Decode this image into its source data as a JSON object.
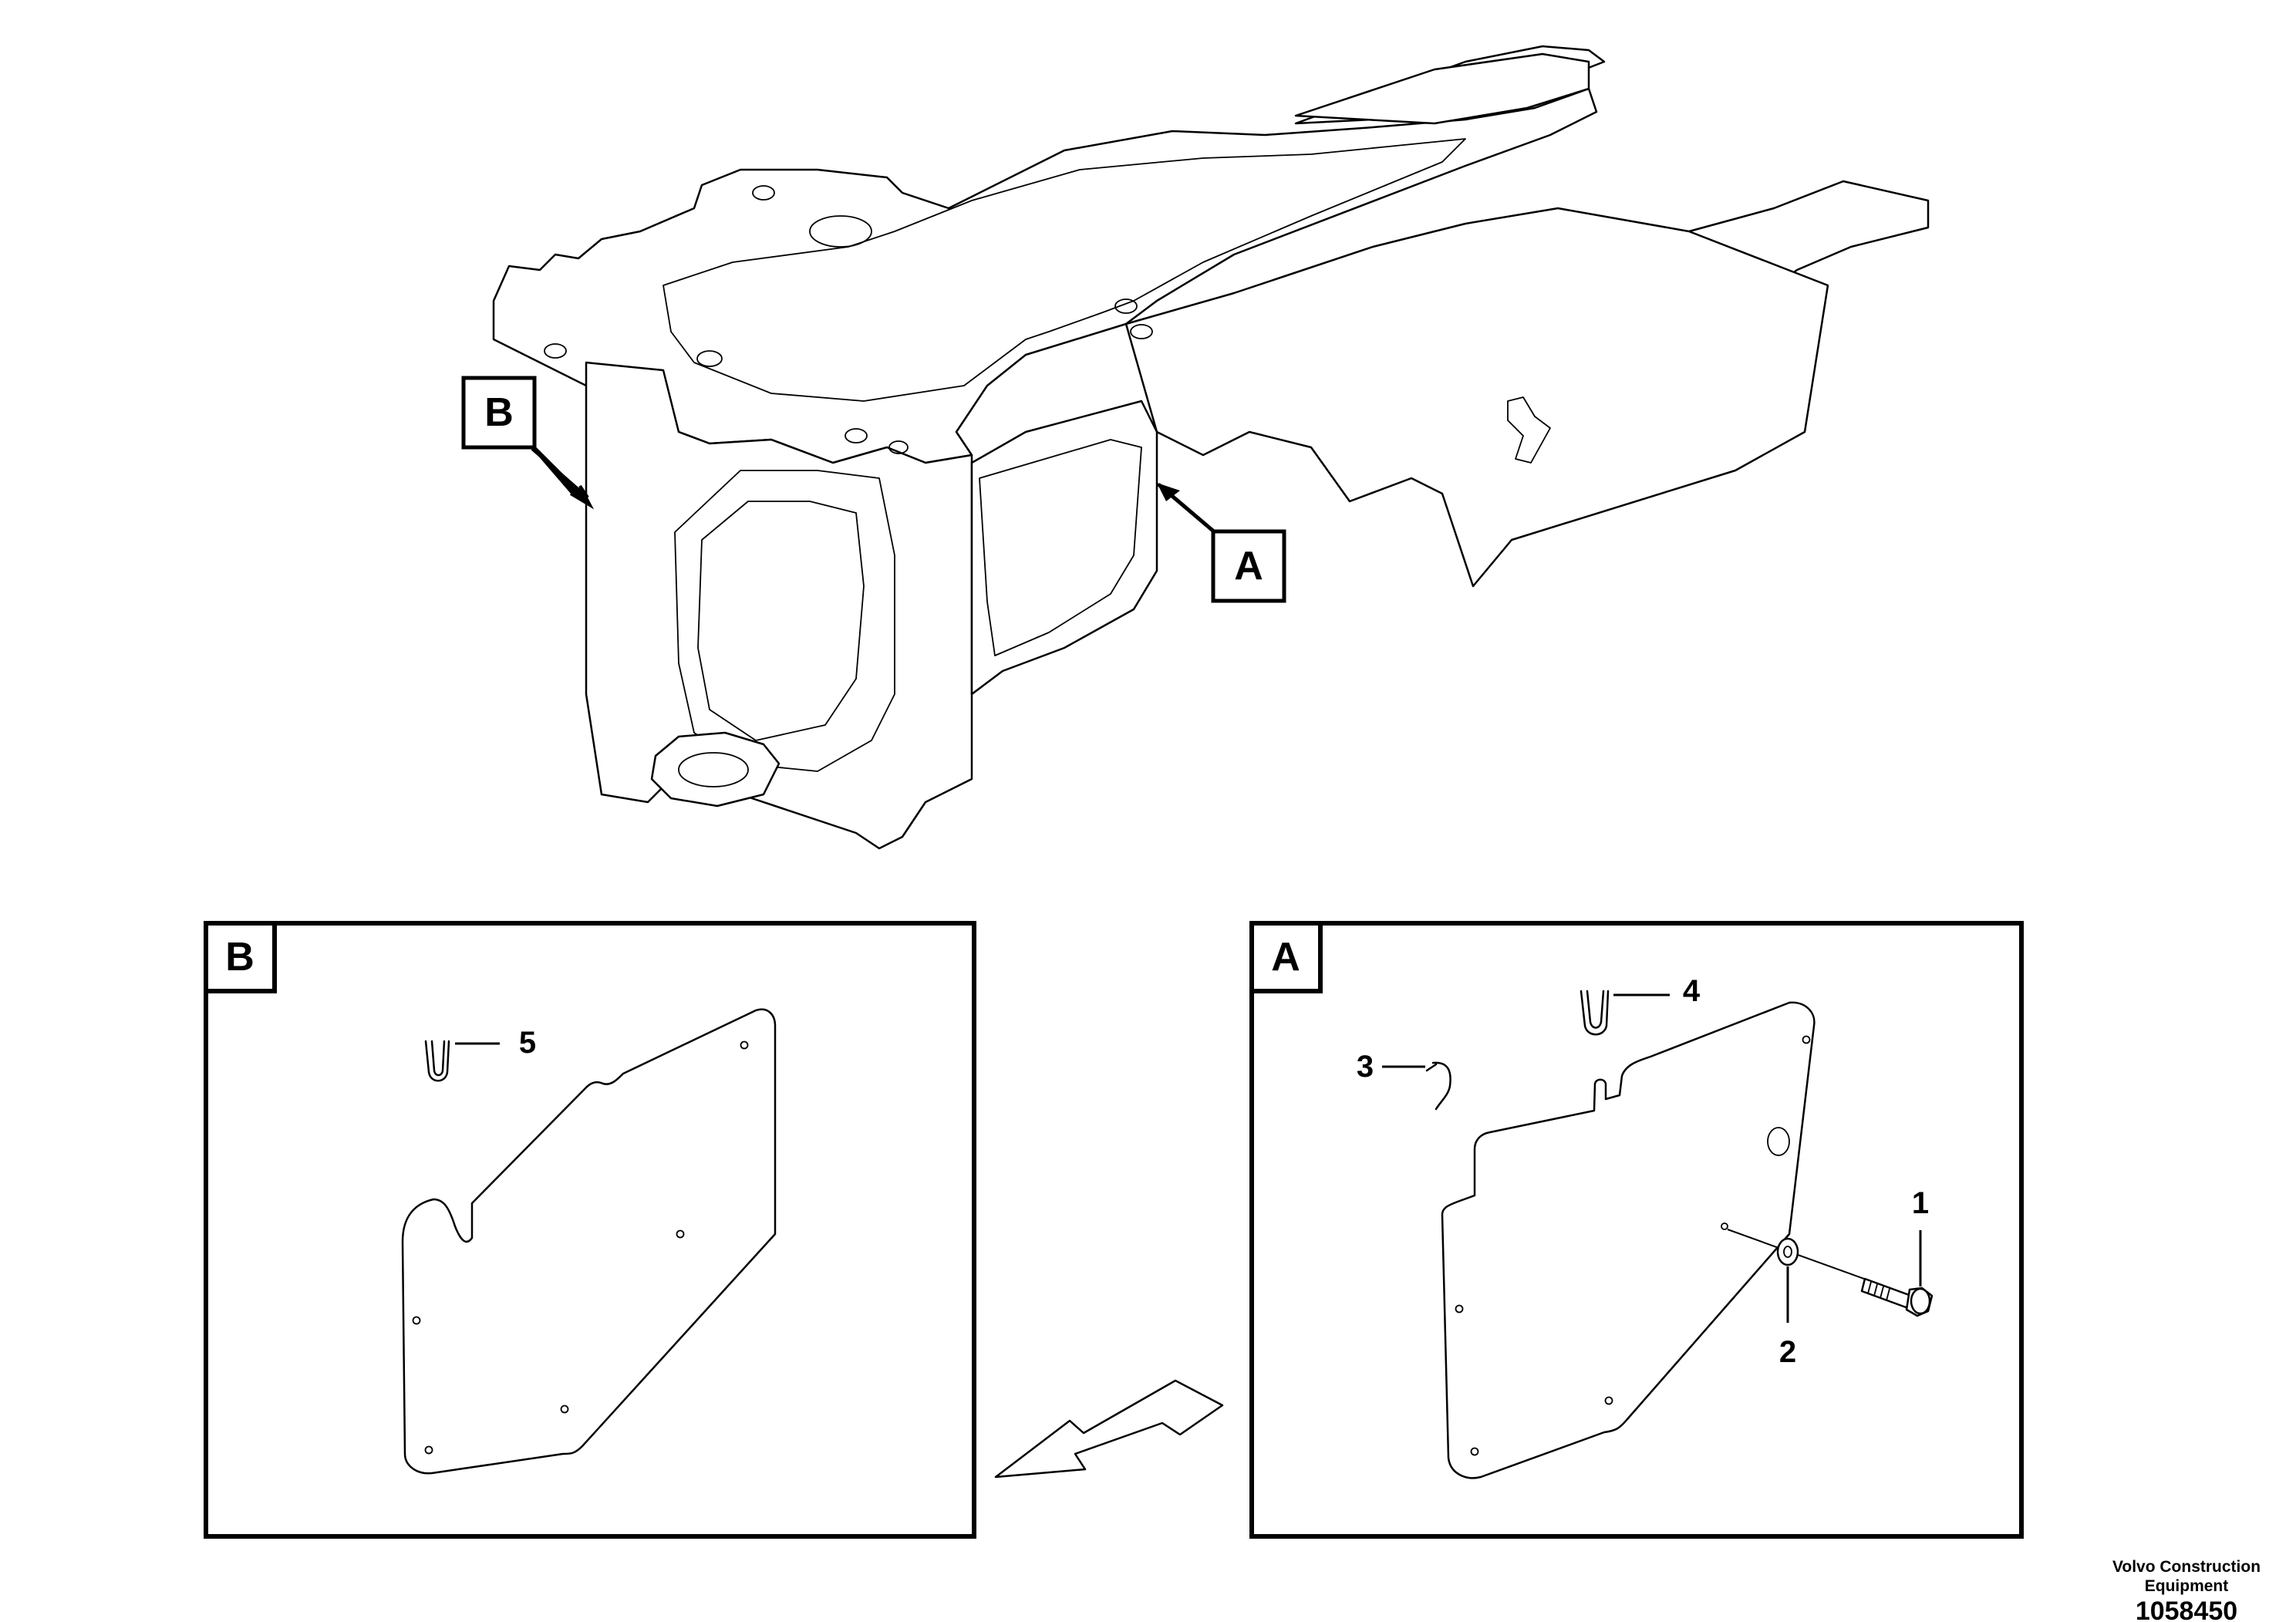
{
  "callouts": {
    "a_label": "A",
    "b_label": "B"
  },
  "detail_a": {
    "label": "A",
    "parts": [
      "1",
      "2",
      "3",
      "4"
    ]
  },
  "detail_b": {
    "label": "B",
    "parts": [
      "5"
    ]
  },
  "footer": {
    "brand_line1": "Volvo Construction",
    "brand_line2": "Equipment",
    "doc_number": "1058450"
  }
}
